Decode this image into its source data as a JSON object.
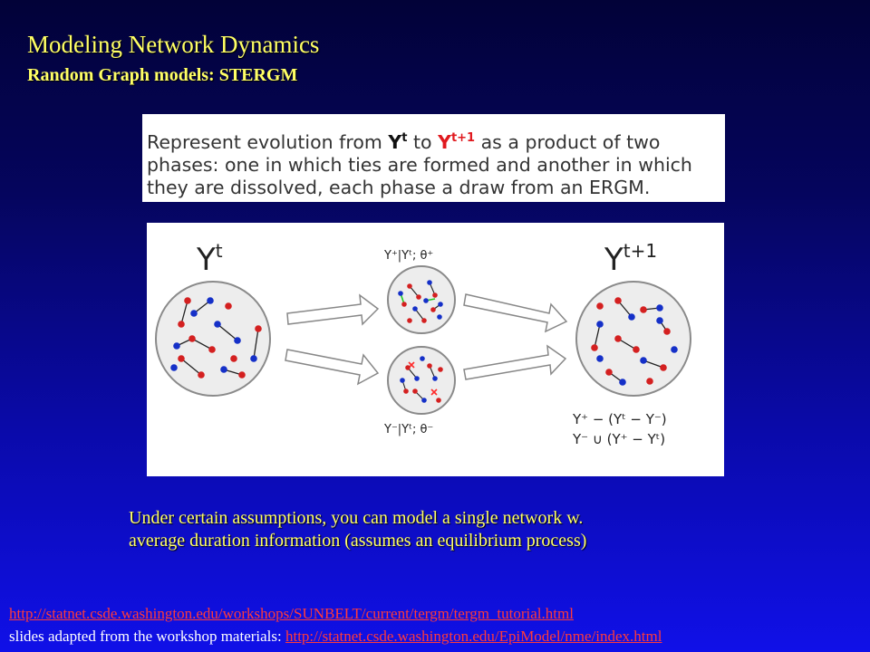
{
  "slide": {
    "title": "Modeling Network Dynamics",
    "subtitle": "Random Graph models: STERGM",
    "background_top": "#020238",
    "background_bottom": "#1010e8",
    "title_color": "#ffff66",
    "link_color": "#ff3b3b"
  },
  "textbox": {
    "line1_pre": "Represent evolution from ",
    "line1_y1": "Y",
    "line1_y1_sup": "t",
    "line1_mid": " to ",
    "line1_y2": "Y",
    "line1_y2_sup": "t+1",
    "line1_post": " as a product of two",
    "line2": "phases:  one in which ties are formed and another in which",
    "line3": "they are dissolved, each phase a draw from an ERGM."
  },
  "figure": {
    "left_label": "Y",
    "left_label_sup": "t",
    "right_label": "Y",
    "right_label_sup": "t+1",
    "formation_label": "Y⁺|Yᵗ; θ⁺",
    "dissolution_label": "Y⁻|Yᵗ; θ⁻",
    "result_line1": "Y⁺ − (Yᵗ − Y⁻)",
    "result_line2": "Y⁻ ∪ (Y⁺ − Yᵗ)",
    "node_red": "#d42020",
    "node_blue": "#1530c8",
    "formation_tie_color": "#22cc22",
    "dissolution_mark_color": "#ff2a2a"
  },
  "note": {
    "line1": "Under certain assumptions, you can model a single network w.",
    "line2": "average duration information (assumes an equilibrium process)"
  },
  "footer": {
    "link1": "http://statnet.csde.washington.edu/workshops/SUNBELT/current/tergm/tergm_tutorial.html",
    "credit_text": "slides adapted from the workshop materials: ",
    "link2": "http://statnet.csde.washington.edu/EpiModel/nme/index.html"
  }
}
